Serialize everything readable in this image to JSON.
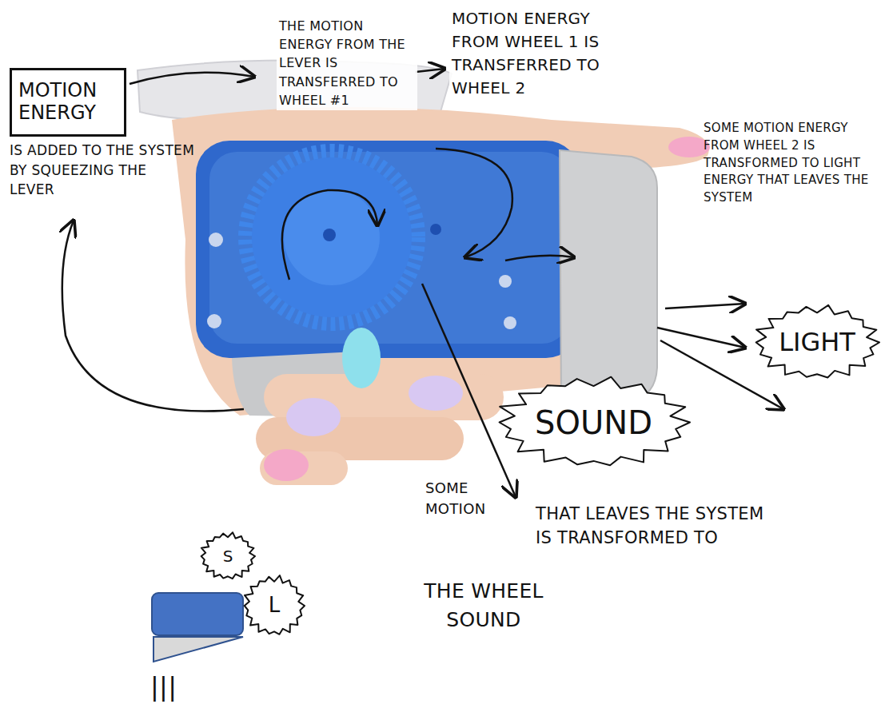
{
  "diagram": {
    "nodes": [
      {
        "text": [
          "MOTION ENERGY"
        ]
      },
      {
        "text": [
          "LIGHT"
        ]
      },
      {
        "text": [
          "SOUND"
        ]
      },
      {
        "text": [
          "S"
        ]
      },
      {
        "text": [
          "L"
        ]
      }
    ],
    "labels": [
      "IS ADDED TO THE SYSTEM BY SQUEEZING THE LEVER",
      "THE MOTION ENERGY FROM THE LEVER IS TRANSFERRED TO WHEEL #1",
      "MOTION ENERGY FROM WHEEL 1 IS TRANSFERRED TO WHEEL 2",
      "SOME MOTION ENERGY FROM WHEEL 2 IS TRANSFORMED TO LIGHT ENERGY THAT LEAVES THE SYSTEM",
      "SOME MOTION",
      "THAT LEAVES THE SYSTEM IS TRANSFORMED TO",
      "THE WHEEL SOUND",
      "|||"
    ]
  }
}
